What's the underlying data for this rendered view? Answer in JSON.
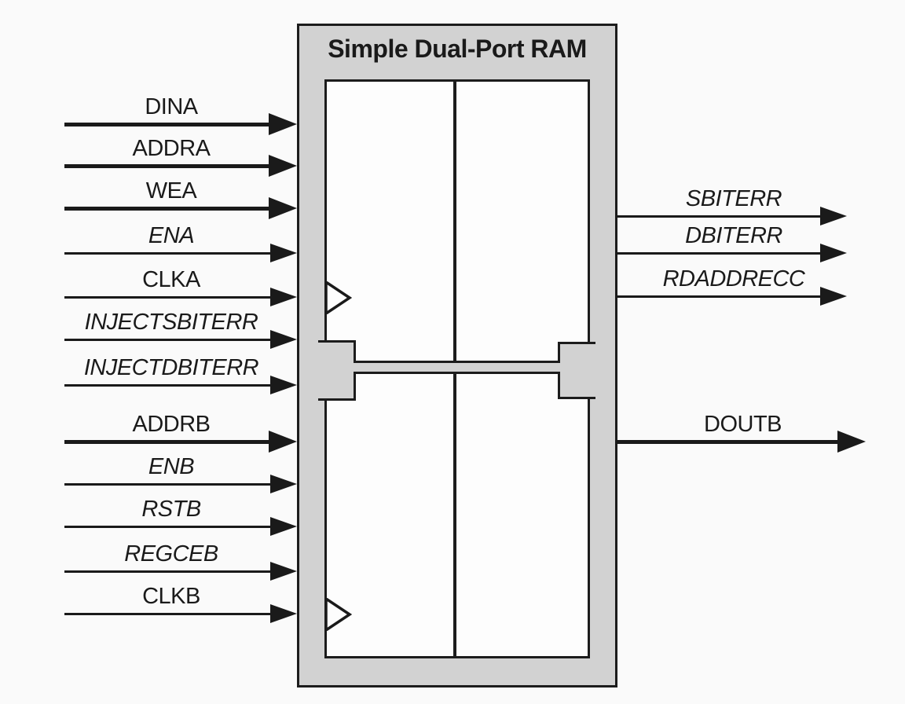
{
  "title": "Simple Dual-Port RAM",
  "colors": {
    "background": "#fafafa",
    "block_fill": "#d2d2d2",
    "memory_box_fill": "#fdfdfd",
    "line": "#1a1a1a"
  },
  "left_signals": [
    {
      "label": "DINA",
      "direction": "input",
      "port": "A",
      "bus": true,
      "italic": false,
      "clock": false
    },
    {
      "label": "ADDRA",
      "direction": "input",
      "port": "A",
      "bus": true,
      "italic": false,
      "clock": false
    },
    {
      "label": "WEA",
      "direction": "input",
      "port": "A",
      "bus": true,
      "italic": false,
      "clock": false
    },
    {
      "label": "ENA",
      "direction": "input",
      "port": "A",
      "bus": false,
      "italic": true,
      "clock": false
    },
    {
      "label": "CLKA",
      "direction": "input",
      "port": "A",
      "bus": false,
      "italic": false,
      "clock": true
    },
    {
      "label": "INJECTSBITERR",
      "direction": "input",
      "port": "A",
      "bus": false,
      "italic": true,
      "clock": false
    },
    {
      "label": "INJECTDBITERR",
      "direction": "input",
      "port": "A",
      "bus": false,
      "italic": true,
      "clock": false
    },
    {
      "label": "ADDRB",
      "direction": "input",
      "port": "B",
      "bus": true,
      "italic": false,
      "clock": false
    },
    {
      "label": "ENB",
      "direction": "input",
      "port": "B",
      "bus": false,
      "italic": true,
      "clock": false
    },
    {
      "label": "RSTB",
      "direction": "input",
      "port": "B",
      "bus": false,
      "italic": true,
      "clock": false
    },
    {
      "label": "REGCEB",
      "direction": "input",
      "port": "B",
      "bus": false,
      "italic": true,
      "clock": false
    },
    {
      "label": "CLKB",
      "direction": "input",
      "port": "B",
      "bus": false,
      "italic": false,
      "clock": true
    }
  ],
  "right_signals": [
    {
      "label": "SBITERR",
      "direction": "output",
      "port": "B",
      "bus": false,
      "italic": true
    },
    {
      "label": "DBITERR",
      "direction": "output",
      "port": "B",
      "bus": false,
      "italic": true
    },
    {
      "label": "RDADDRECC",
      "direction": "output",
      "port": "B",
      "bus": false,
      "italic": true
    },
    {
      "label": "DOUTB",
      "direction": "output",
      "port": "B",
      "bus": true,
      "italic": false
    }
  ],
  "icons": {
    "clock_a": "clock-edge-triangle",
    "clock_b": "clock-edge-triangle"
  }
}
